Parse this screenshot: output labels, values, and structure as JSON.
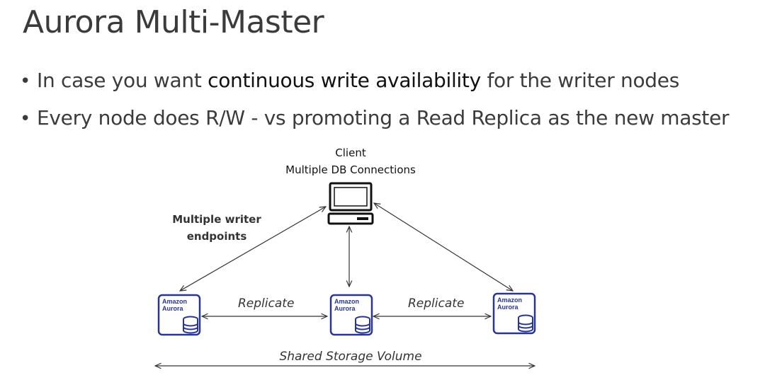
{
  "slide": {
    "title": "Aurora Multi-Master",
    "bullets": [
      {
        "pre": "In case you want ",
        "strong": "continuous write availability",
        "post": " for the writer nodes"
      },
      {
        "pre": "Every node does R/W - vs promoting a Read Replica as the new master",
        "strong": "",
        "post": ""
      }
    ]
  },
  "diagram": {
    "client": {
      "line1": "Client",
      "line2": "Multiple DB Connections",
      "icon": "computer-terminal-icon"
    },
    "writer_endpoints": {
      "line1": "Multiple writer",
      "line2": "endpoints"
    },
    "replicate_left": "Replicate",
    "replicate_right": "Replicate",
    "storage": "Shared Storage Volume",
    "nodes": [
      {
        "line1": "Amazon",
        "line2": "Aurora",
        "icon": "aurora-db-icon"
      },
      {
        "line1": "Amazon",
        "line2": "Aurora",
        "icon": "aurora-db-icon"
      },
      {
        "line1": "Amazon",
        "line2": "Aurora",
        "icon": "aurora-db-icon"
      }
    ],
    "colors": {
      "node": "#283593",
      "line": "#333333",
      "text": "#3b3b3b"
    }
  }
}
